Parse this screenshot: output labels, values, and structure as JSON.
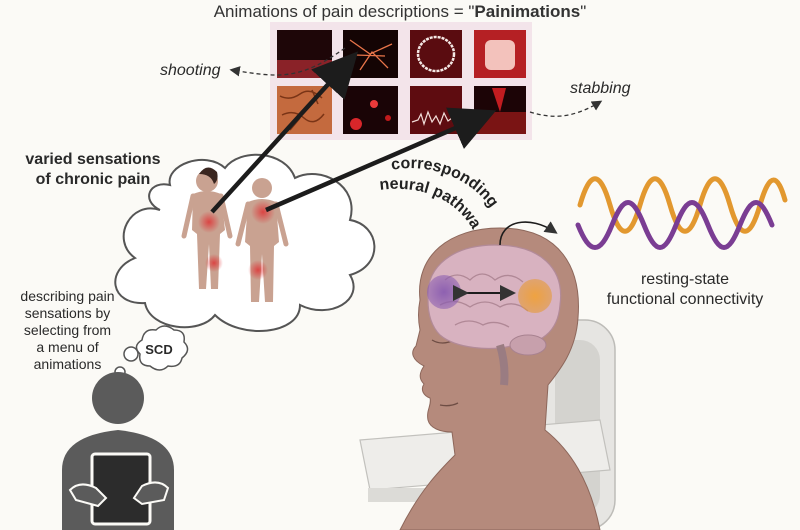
{
  "title": {
    "prefix": "Animations of pain descriptions = \"",
    "emphasis": "Painimations",
    "suffix": "\""
  },
  "labels": {
    "shooting": "shooting",
    "stabbing": "stabbing",
    "varied_line1": "varied sensations",
    "varied_line2": "of chronic pain",
    "describing_line1": "describing pain",
    "describing_line2": "sensations by",
    "describing_line3": "selecting from",
    "describing_line4": "a menu of",
    "describing_line5": "animations",
    "scd": "SCD",
    "neural_line1": "corresponding",
    "neural_line2": "neural pathways",
    "resting_line1": "resting-state",
    "resting_line2": "functional connectivity"
  },
  "colors": {
    "wave_orange": "#e2982f",
    "wave_purple": "#7a3d93",
    "skin": "#c9a291",
    "pain_glow": "#e0262a",
    "panel_dark": "#2a0a0c",
    "panel_red": "#7a1212",
    "brain_pink": "#d8b2c0",
    "brain_purple_spot": "#8a5cb0",
    "brain_orange_spot": "#e59a3a",
    "person_gray": "#5b5b5b"
  },
  "icons": {
    "painimation_tiles": [
      "shooting-tile",
      "sparks-tile",
      "ring-tile",
      "glow-square-tile",
      "cracked-tile",
      "red-dots-tile",
      "squiggle-line-tile",
      "stabbing-tile"
    ]
  }
}
